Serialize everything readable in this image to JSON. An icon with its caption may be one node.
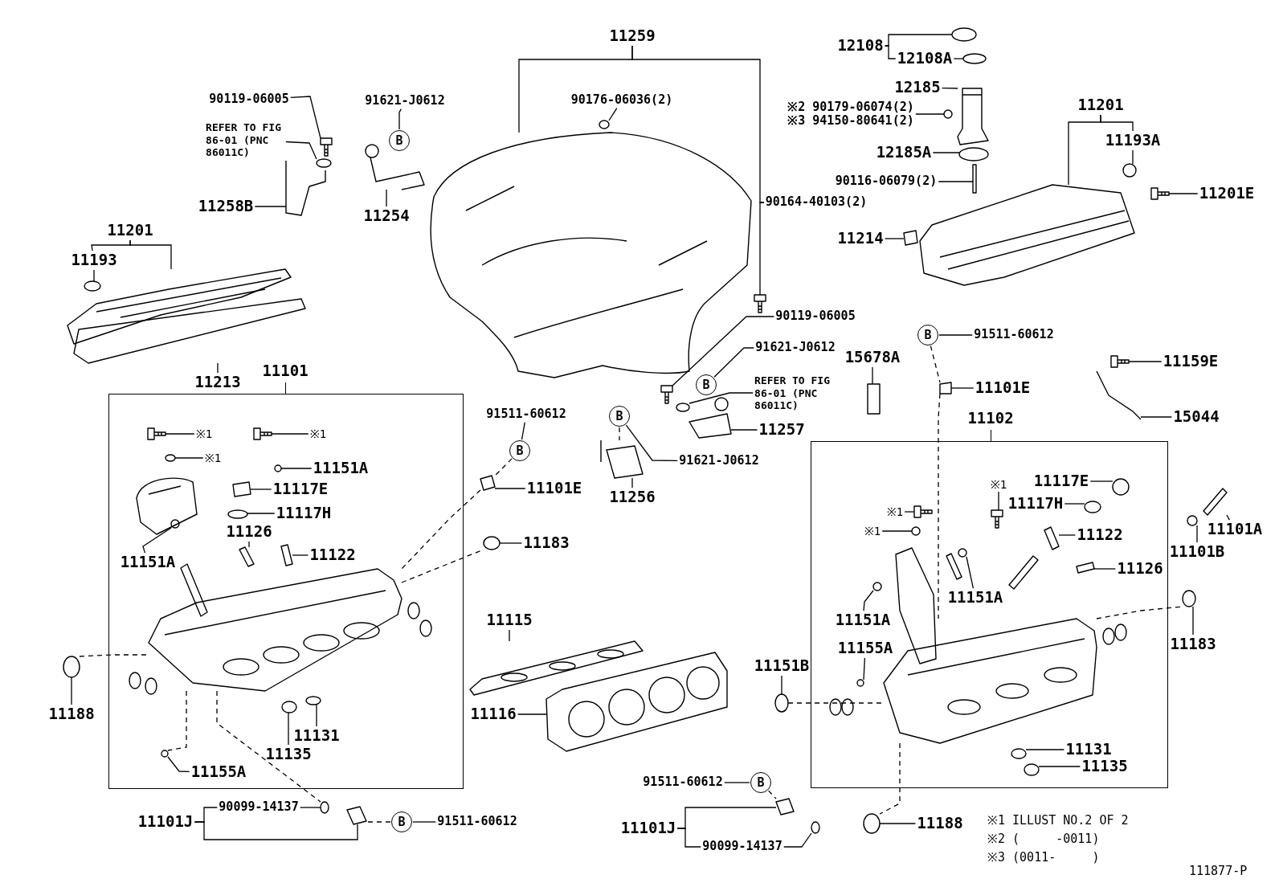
{
  "diagram": {
    "nodes": [
      {
        "text": [
          "90119-06005"
        ]
      },
      {
        "text": [
          "REFER TO FIG 86-01 (PNC 86011C)"
        ]
      },
      {
        "text": [
          "11258B"
        ]
      },
      {
        "text": [
          "91621-J0612"
        ]
      },
      {
        "text": [
          "B"
        ]
      },
      {
        "text": [
          "11254"
        ]
      },
      {
        "text": [
          "11201"
        ]
      },
      {
        "text": [
          "11193"
        ]
      },
      {
        "text": [
          "11213"
        ]
      },
      {
        "text": [
          "11259"
        ]
      },
      {
        "text": [
          "90176-06036(2)"
        ]
      },
      {
        "text": [
          "90164-40103(2)"
        ]
      },
      {
        "text": [
          "90119-06005"
        ]
      },
      {
        "text": [
          "91621-J0612"
        ]
      },
      {
        "text": [
          "B"
        ]
      },
      {
        "text": [
          "REFER TO FIG 86-01 (PNC 86011C)"
        ]
      },
      {
        "text": [
          "11257"
        ]
      },
      {
        "text": [
          "91621-J0612"
        ]
      },
      {
        "text": [
          "B"
        ]
      },
      {
        "text": [
          "11256"
        ]
      },
      {
        "text": [
          "91511-60612"
        ]
      },
      {
        "text": [
          "B"
        ]
      },
      {
        "text": [
          "11101E"
        ]
      },
      {
        "text": [
          "11183"
        ]
      },
      {
        "text": [
          "11101"
        ]
      },
      {
        "text": [
          "※1"
        ],
        "in": 24
      },
      {
        "text": [
          "※1"
        ],
        "in": 24
      },
      {
        "text": [
          "※1"
        ],
        "in": 24
      },
      {
        "text": [
          "11151A"
        ],
        "in": 24
      },
      {
        "text": [
          "11117E"
        ],
        "in": 24
      },
      {
        "text": [
          "11117H"
        ],
        "in": 24
      },
      {
        "text": [
          "11126"
        ],
        "in": 24
      },
      {
        "text": [
          "11122"
        ],
        "in": 24
      },
      {
        "text": [
          "11151A"
        ],
        "in": 24
      },
      {
        "text": [
          "11131"
        ],
        "in": 24
      },
      {
        "text": [
          "11135"
        ],
        "in": 24
      },
      {
        "text": [
          "11155A"
        ],
        "in": 24
      },
      {
        "text": [
          "11188"
        ]
      },
      {
        "text": [
          "11115"
        ]
      },
      {
        "text": [
          "11116"
        ]
      },
      {
        "text": [
          "11101J"
        ]
      },
      {
        "text": [
          "90099-14137"
        ]
      },
      {
        "text": [
          "B"
        ]
      },
      {
        "text": [
          "91511-60612"
        ]
      },
      {
        "text": [
          "91511-60612"
        ]
      },
      {
        "text": [
          "B"
        ]
      },
      {
        "text": [
          "11101J"
        ]
      },
      {
        "text": [
          "90099-14137"
        ]
      },
      {
        "text": [
          "12108"
        ]
      },
      {
        "text": [
          "12108A"
        ]
      },
      {
        "text": [
          "12185"
        ]
      },
      {
        "text": [
          "※2 90179-06074(2)",
          "※3 94150-80641(2)"
        ]
      },
      {
        "text": [
          "12185A"
        ]
      },
      {
        "text": [
          "90116-06079(2)"
        ]
      },
      {
        "text": [
          "11201"
        ]
      },
      {
        "text": [
          "11193A"
        ]
      },
      {
        "text": [
          "11201E"
        ]
      },
      {
        "text": [
          "11214"
        ]
      },
      {
        "text": [
          "15678A"
        ]
      },
      {
        "text": [
          "B"
        ]
      },
      {
        "text": [
          "91511-60612"
        ]
      },
      {
        "text": [
          "11101E"
        ]
      },
      {
        "text": [
          "11159E"
        ]
      },
      {
        "text": [
          "15044"
        ]
      },
      {
        "text": [
          "11102"
        ]
      },
      {
        "text": [
          "※1"
        ],
        "in": 64
      },
      {
        "text": [
          "11117E"
        ],
        "in": 64
      },
      {
        "text": [
          "11117H"
        ],
        "in": 64
      },
      {
        "text": [
          "※1"
        ],
        "in": 64
      },
      {
        "text": [
          "※1"
        ],
        "in": 64
      },
      {
        "text": [
          "11122"
        ],
        "in": 64
      },
      {
        "text": [
          "11126"
        ],
        "in": 64
      },
      {
        "text": [
          "11151A"
        ],
        "in": 64
      },
      {
        "text": [
          "11151A"
        ],
        "in": 64
      },
      {
        "text": [
          "11155A"
        ],
        "in": 64
      },
      {
        "text": [
          "11131"
        ],
        "in": 64
      },
      {
        "text": [
          "11135"
        ],
        "in": 64
      },
      {
        "text": [
          "11101A"
        ]
      },
      {
        "text": [
          "11101B"
        ]
      },
      {
        "text": [
          "11183"
        ]
      },
      {
        "text": [
          "11151B"
        ]
      },
      {
        "text": [
          "11188"
        ]
      },
      {
        "text": [],
        "shape": "picture"
      },
      {
        "text": [],
        "shape": "circle"
      },
      {
        "text": [],
        "shape": "picture"
      },
      {
        "text": [],
        "shape": "picture"
      },
      {
        "text": [],
        "shape": "picture"
      },
      {
        "text": [],
        "shape": "circle"
      },
      {
        "text": [],
        "shape": "picture"
      },
      {
        "text": [],
        "shape": "picture"
      },
      {
        "text": [],
        "shape": "circle"
      },
      {
        "text": [],
        "shape": "picture"
      },
      {
        "text": [],
        "shape": "picture"
      },
      {
        "text": [],
        "shape": "circle"
      },
      {
        "text": [],
        "shape": "picture"
      },
      {
        "text": [],
        "shape": "picture"
      },
      {
        "text": [],
        "shape": "box"
      },
      {
        "text": [],
        "shape": "circle"
      },
      {
        "text": [],
        "shape": "picture",
        "in": 24
      },
      {
        "text": [],
        "shape": "circle",
        "in": 24
      },
      {
        "text": [],
        "shape": "picture",
        "in": 24
      },
      {
        "text": [],
        "shape": "circle",
        "in": 24
      },
      {
        "text": [],
        "shape": "box",
        "in": 24
      },
      {
        "text": [],
        "shape": "circle",
        "in": 24
      },
      {
        "text": [],
        "shape": "box",
        "in": 24
      },
      {
        "text": [],
        "shape": "box",
        "in": 24
      },
      {
        "text": [],
        "shape": "circle",
        "in": 24
      },
      {
        "text": [],
        "shape": "circle",
        "in": 24
      },
      {
        "text": [],
        "shape": "circle",
        "in": 24
      },
      {
        "text": [],
        "shape": "circle",
        "in": 24
      },
      {
        "text": [],
        "shape": "circle"
      },
      {
        "text": [],
        "shape": "picture"
      },
      {
        "text": [],
        "shape": "picture"
      },
      {
        "text": [],
        "shape": "box"
      },
      {
        "text": [],
        "shape": "circle"
      },
      {
        "text": [],
        "shape": "box"
      },
      {
        "text": [],
        "shape": "circle"
      },
      {
        "text": [],
        "shape": "circle"
      },
      {
        "text": [],
        "shape": "circle"
      },
      {
        "text": [],
        "shape": "picture"
      },
      {
        "text": [],
        "shape": "circle"
      },
      {
        "text": [],
        "shape": "circle"
      },
      {
        "text": [],
        "shape": "box"
      },
      {
        "text": [],
        "shape": "picture"
      },
      {
        "text": [],
        "shape": "box"
      },
      {
        "text": [],
        "shape": "circle"
      },
      {
        "text": [],
        "shape": "picture"
      },
      {
        "text": [],
        "shape": "box"
      },
      {
        "text": [],
        "shape": "box"
      },
      {
        "text": [],
        "shape": "picture"
      },
      {
        "text": [],
        "shape": "picture"
      },
      {
        "text": [],
        "shape": "picture",
        "in": 64
      },
      {
        "text": [],
        "shape": "circle",
        "in": 64
      },
      {
        "text": [],
        "shape": "circle",
        "in": 64
      },
      {
        "text": [],
        "shape": "picture",
        "in": 64
      },
      {
        "text": [],
        "shape": "circle",
        "in": 64
      },
      {
        "text": [],
        "shape": "box",
        "in": 64
      },
      {
        "text": [],
        "shape": "box",
        "in": 64
      },
      {
        "text": [],
        "shape": "circle",
        "in": 64
      },
      {
        "text": [],
        "shape": "circle",
        "in": 64
      },
      {
        "text": [],
        "shape": "circle",
        "in": 64
      },
      {
        "text": [],
        "shape": "circle",
        "in": 64
      },
      {
        "text": [],
        "shape": "circle",
        "in": 64
      },
      {
        "text": [],
        "shape": "box"
      },
      {
        "text": [],
        "shape": "circle"
      },
      {
        "text": [],
        "shape": "circle"
      },
      {
        "text": [],
        "shape": "circle"
      },
      {
        "text": [],
        "shape": "circle"
      },
      {
        "text": [],
        "shape": "picture",
        "in": 24
      },
      {
        "text": [],
        "shape": "picture",
        "in": 64
      }
    ],
    "edges": [
      {
        "from": 0,
        "to": 82,
        "arrow": "none"
      },
      {
        "from": 1,
        "to": 83,
        "arrow": "none"
      },
      {
        "from": 2,
        "to": 84,
        "arrow": "none"
      },
      {
        "from": 3,
        "to": 4,
        "arrow": "none"
      },
      {
        "from": 5,
        "to": 85,
        "arrow": "none"
      },
      {
        "from": 6,
        "to": 7,
        "arrow": "none"
      },
      {
        "from": 6,
        "to": 86,
        "arrow": "none"
      },
      {
        "from": 7,
        "to": 87,
        "arrow": "none"
      },
      {
        "from": 8,
        "to": 88,
        "arrow": "none"
      },
      {
        "from": 9,
        "to": 89,
        "arrow": "none"
      },
      {
        "from": 9,
        "to": 11,
        "arrow": "none"
      },
      {
        "from": 10,
        "to": 90,
        "arrow": "none"
      },
      {
        "from": 11,
        "to": 91,
        "arrow": "none"
      },
      {
        "from": 12,
        "to": 92,
        "arrow": "none"
      },
      {
        "from": 13,
        "to": 14,
        "arrow": "none"
      },
      {
        "from": 15,
        "to": 93,
        "arrow": "none"
      },
      {
        "from": 16,
        "to": 94,
        "arrow": "none"
      },
      {
        "from": 17,
        "to": 18,
        "arrow": "none"
      },
      {
        "from": 19,
        "to": 95,
        "arrow": "none"
      },
      {
        "from": 20,
        "to": 21,
        "arrow": "none"
      },
      {
        "from": 22,
        "to": 96,
        "arrow": "none"
      },
      {
        "from": 23,
        "to": 97,
        "arrow": "none"
      },
      {
        "from": 25,
        "to": 98,
        "arrow": "none"
      },
      {
        "from": 26,
        "to": 99,
        "arrow": "none"
      },
      {
        "from": 27,
        "to": 100,
        "arrow": "none"
      },
      {
        "from": 28,
        "to": 101,
        "arrow": "none"
      },
      {
        "from": 29,
        "to": 102,
        "arrow": "none"
      },
      {
        "from": 30,
        "to": 103,
        "arrow": "none"
      },
      {
        "from": 31,
        "to": 104,
        "arrow": "none"
      },
      {
        "from": 32,
        "to": 105,
        "arrow": "none"
      },
      {
        "from": 33,
        "to": 106,
        "arrow": "none"
      },
      {
        "from": 34,
        "to": 107,
        "arrow": "none"
      },
      {
        "from": 35,
        "to": 108,
        "arrow": "none"
      },
      {
        "from": 36,
        "to": 109,
        "arrow": "none"
      },
      {
        "from": 37,
        "to": 110,
        "arrow": "none"
      },
      {
        "from": 38,
        "to": 111,
        "arrow": "none"
      },
      {
        "from": 39,
        "to": 112,
        "arrow": "none"
      },
      {
        "from": 40,
        "to": 41,
        "arrow": "none"
      },
      {
        "from": 40,
        "to": 113,
        "arrow": "none"
      },
      {
        "from": 41,
        "to": 114,
        "arrow": "none"
      },
      {
        "from": 43,
        "to": 42,
        "arrow": "none"
      },
      {
        "from": 44,
        "to": 45,
        "arrow": "none"
      },
      {
        "from": 46,
        "to": 115,
        "arrow": "none"
      },
      {
        "from": 46,
        "to": 47,
        "arrow": "none"
      },
      {
        "from": 47,
        "to": 116,
        "arrow": "none"
      },
      {
        "from": 48,
        "to": 117,
        "arrow": "none"
      },
      {
        "from": 48,
        "to": 49,
        "arrow": "none"
      },
      {
        "from": 49,
        "to": 118,
        "arrow": "none"
      },
      {
        "from": 50,
        "to": 119,
        "arrow": "none"
      },
      {
        "from": 51,
        "to": 120,
        "arrow": "none"
      },
      {
        "from": 52,
        "to": 121,
        "arrow": "none"
      },
      {
        "from": 53,
        "to": 122,
        "arrow": "none"
      },
      {
        "from": 54,
        "to": 123,
        "arrow": "none"
      },
      {
        "from": 54,
        "to": 55,
        "arrow": "none"
      },
      {
        "from": 55,
        "to": 125,
        "arrow": "none"
      },
      {
        "from": 56,
        "to": 126,
        "arrow": "none"
      },
      {
        "from": 57,
        "to": 124,
        "arrow": "none"
      },
      {
        "from": 58,
        "to": 127,
        "arrow": "none"
      },
      {
        "from": 60,
        "to": 59,
        "arrow": "none"
      },
      {
        "from": 61,
        "to": 128,
        "arrow": "none"
      },
      {
        "from": 62,
        "to": 129,
        "arrow": "none"
      },
      {
        "from": 63,
        "to": 130,
        "arrow": "none"
      },
      {
        "from": 65,
        "to": 131,
        "arrow": "none"
      },
      {
        "from": 66,
        "to": 132,
        "arrow": "none"
      },
      {
        "from": 67,
        "to": 133,
        "arrow": "none"
      },
      {
        "from": 68,
        "to": 134,
        "arrow": "none"
      },
      {
        "from": 69,
        "to": 135,
        "arrow": "none"
      },
      {
        "from": 70,
        "to": 136,
        "arrow": "none"
      },
      {
        "from": 71,
        "to": 137,
        "arrow": "none"
      },
      {
        "from": 72,
        "to": 138,
        "arrow": "none"
      },
      {
        "from": 73,
        "to": 139,
        "arrow": "none"
      },
      {
        "from": 74,
        "to": 140,
        "arrow": "none"
      },
      {
        "from": 75,
        "to": 141,
        "arrow": "none"
      },
      {
        "from": 76,
        "to": 142,
        "arrow": "none"
      },
      {
        "from": 77,
        "to": 143,
        "arrow": "none"
      },
      {
        "from": 78,
        "to": 144,
        "arrow": "none"
      },
      {
        "from": 79,
        "to": 145,
        "arrow": "none"
      },
      {
        "from": 80,
        "to": 146,
        "arrow": "none"
      },
      {
        "from": 81,
        "to": 147,
        "arrow": "none"
      },
      {
        "from": 18,
        "to": 95,
        "arrow": "none",
        "style": "dashed"
      },
      {
        "from": 21,
        "to": 96,
        "arrow": "none",
        "style": "dashed"
      },
      {
        "from": 96,
        "to": 148,
        "arrow": "none",
        "style": "dashed"
      },
      {
        "from": 148,
        "to": 97,
        "arrow": "none",
        "style": "dashed"
      },
      {
        "from": 110,
        "to": 148,
        "arrow": "none",
        "style": "dashed"
      },
      {
        "from": 148,
        "to": 109,
        "arrow": "none",
        "style": "dashed"
      },
      {
        "from": 148,
        "to": 114,
        "arrow": "none",
        "style": "dashed"
      },
      {
        "from": 42,
        "to": 113,
        "arrow": "none",
        "style": "dashed"
      },
      {
        "from": 45,
        "to": 115,
        "arrow": "none",
        "style": "dashed"
      },
      {
        "from": 59,
        "to": 128,
        "arrow": "none",
        "style": "dashed"
      },
      {
        "from": 128,
        "to": 149,
        "arrow": "none",
        "style": "dashed"
      },
      {
        "from": 149,
        "to": 145,
        "arrow": "none",
        "style": "dashed"
      },
      {
        "from": 149,
        "to": 147,
        "arrow": "none",
        "style": "dashed"
      },
      {
        "from": 146,
        "to": 149,
        "arrow": "none",
        "style": "dashed"
      }
    ],
    "labels": [
      "※1 ILLUST NO.2 OF 2",
      "※2 (     -0011)",
      "※3 (0011-     )",
      "111877-P"
    ]
  }
}
